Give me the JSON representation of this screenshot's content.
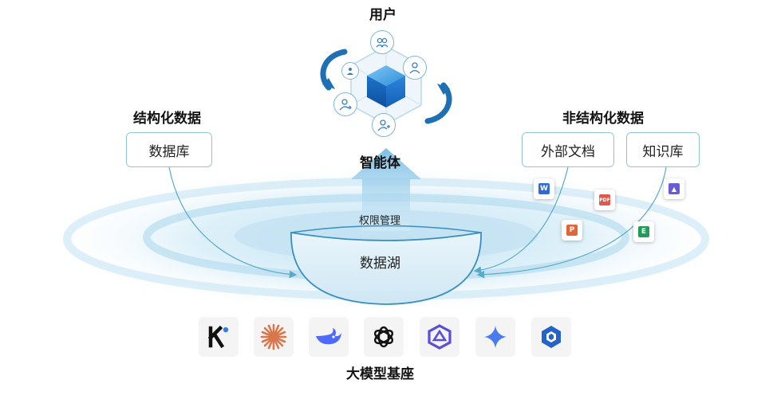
{
  "user_label": "用户",
  "agent_label": "智能体",
  "structured": {
    "heading": "结构化数据",
    "box": "数据库"
  },
  "unstructured": {
    "heading": "非结构化数据",
    "box_docs": "外部文档",
    "box_kb": "知识库"
  },
  "permission_label": "权限管理",
  "lake_label": "数据湖",
  "base_label": "大模型基座",
  "doc_icons": [
    {
      "name": "word-file-icon",
      "text": "W",
      "color": "#2f6bd8"
    },
    {
      "name": "pdf-file-icon",
      "text": "PDF",
      "color": "#e2574c"
    },
    {
      "name": "image-file-icon",
      "text": "▲",
      "color": "#6a5cd8"
    },
    {
      "name": "ppt-file-icon",
      "text": "P",
      "color": "#e0663a"
    },
    {
      "name": "excel-file-icon",
      "text": "E",
      "color": "#1f9d55"
    }
  ],
  "model_logos": [
    {
      "name": "kimi-logo-icon"
    },
    {
      "name": "claude-logo-icon"
    },
    {
      "name": "deepseek-logo-icon"
    },
    {
      "name": "openai-logo-icon"
    },
    {
      "name": "qwen-logo-icon"
    },
    {
      "name": "gemini-logo-icon"
    },
    {
      "name": "doubao-logo-icon"
    }
  ],
  "colors": {
    "accent": "#2b8fc9",
    "cube": "#1565c0",
    "line": "#5aa9c9"
  }
}
